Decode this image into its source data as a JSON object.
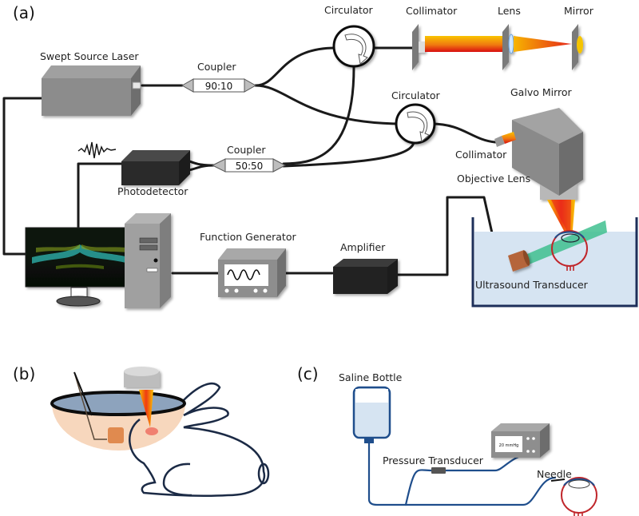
{
  "figure": {
    "panels": {
      "a": "(a)",
      "b": "(b)",
      "c": "(c)"
    },
    "panel_a": {
      "swept_source_laser": "Swept Source Laser",
      "coupler_top": {
        "label": "Coupler",
        "ratio": "90:10"
      },
      "coupler_bottom": {
        "label": "Coupler",
        "ratio": "50:50"
      },
      "circulator_top": "Circulator",
      "circulator_bottom": "Circulator",
      "collimator_top": "Collimator",
      "lens": "Lens",
      "mirror": "Mirror",
      "galvo_mirror": "Galvo Mirror",
      "collimator_bottom": "Collimator",
      "photodetector": "Photodetector",
      "objective_lens": "Objective Lens",
      "function_generator": "Function Generator",
      "amplifier": "Amplifier",
      "ultrasound_transducer": "Ultrasound Transducer"
    },
    "panel_c": {
      "saline_bottle": "Saline Bottle",
      "pressure_transducer": "Pressure Transducer",
      "pressure_readout": "20 mmHg",
      "needle": "Needle"
    },
    "colors": {
      "device_gray": "#8f8f8f",
      "device_dark": "#2b2b2b",
      "beam_red": "#e8231c",
      "beam_yellow": "#f5b400",
      "ultrasound_beam": "#3fbf8f",
      "water": "#d6e4f2",
      "tank_edge": "#1d2f5a",
      "transducer_brown": "#b5653a",
      "tube_blue": "#1f4e8c",
      "bowl_peach": "#f7d7bd"
    }
  }
}
